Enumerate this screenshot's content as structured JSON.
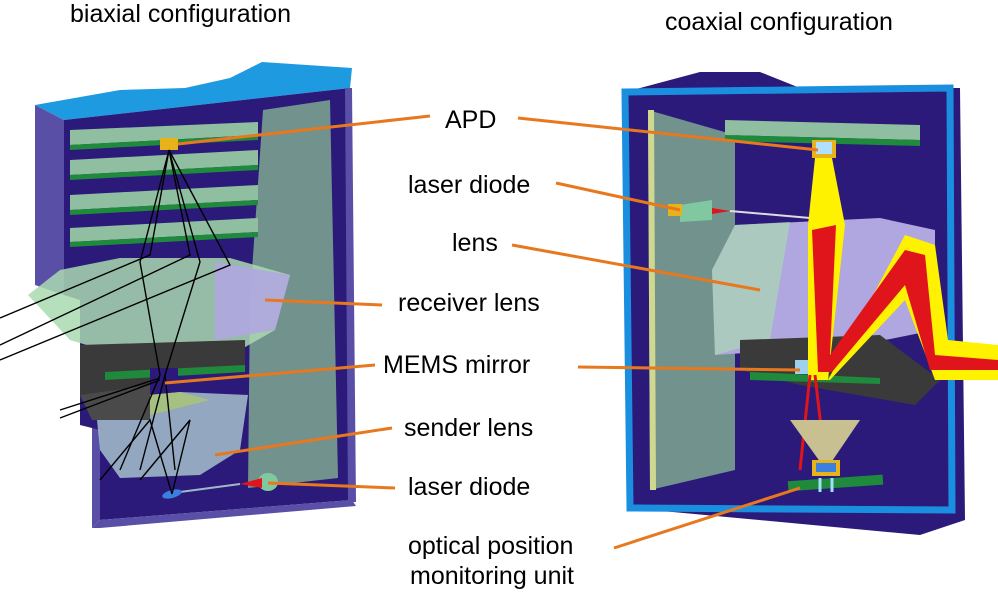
{
  "titles": {
    "left": "biaxial configuration",
    "right": "coaxial configuration"
  },
  "labels": {
    "apd": "APD",
    "laser_diode_top": "laser diode",
    "lens": "lens",
    "receiver_lens": "receiver lens",
    "mems_mirror": "MEMS mirror",
    "sender_lens": "sender lens",
    "laser_diode_bottom": "laser diode",
    "optical_position_line1": "optical position",
    "optical_position_line2": "monitoring unit"
  },
  "colors": {
    "housing_dark": "#2b1a7a",
    "housing_side": "#5a4fa6",
    "housing_top": "#1e9be0",
    "frame_blue": "#1a8fe0",
    "glass_green": "#a9d9b0",
    "lens_violet": "#b0a6e0",
    "pcb_green": "#1f8a3c",
    "beam_red": "#e0141b",
    "beam_yellow": "#fff200",
    "leader_orange": "#e8781e",
    "apd_gold": "#e8b31a"
  }
}
